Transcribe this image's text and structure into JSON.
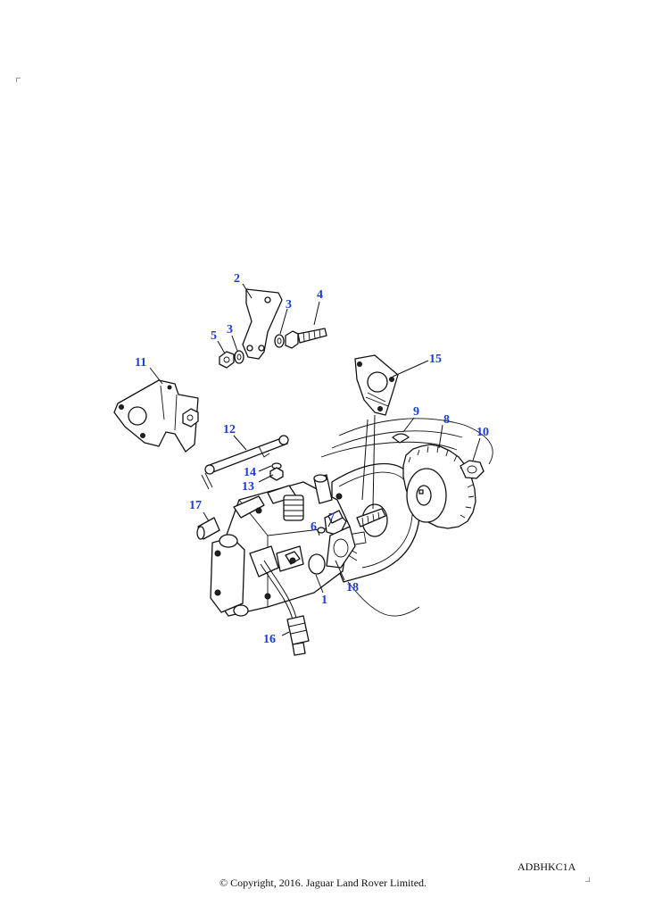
{
  "diagram": {
    "reference_code": "ADBHKC1A",
    "copyright": "© Copyright, 2016. Jaguar Land Rover Limited.",
    "callouts": {
      "c1": "1",
      "c2": "2",
      "c3a": "3",
      "c3b": "3",
      "c4": "4",
      "c5": "5",
      "c6": "6",
      "c7": "7",
      "c8": "8",
      "c9": "9",
      "c10": "10",
      "c11": "11",
      "c12": "12",
      "c13": "13",
      "c14": "14",
      "c15": "15",
      "c16": "16",
      "c17": "17",
      "c18": "18"
    },
    "callout_color": "#1c3bd6"
  }
}
